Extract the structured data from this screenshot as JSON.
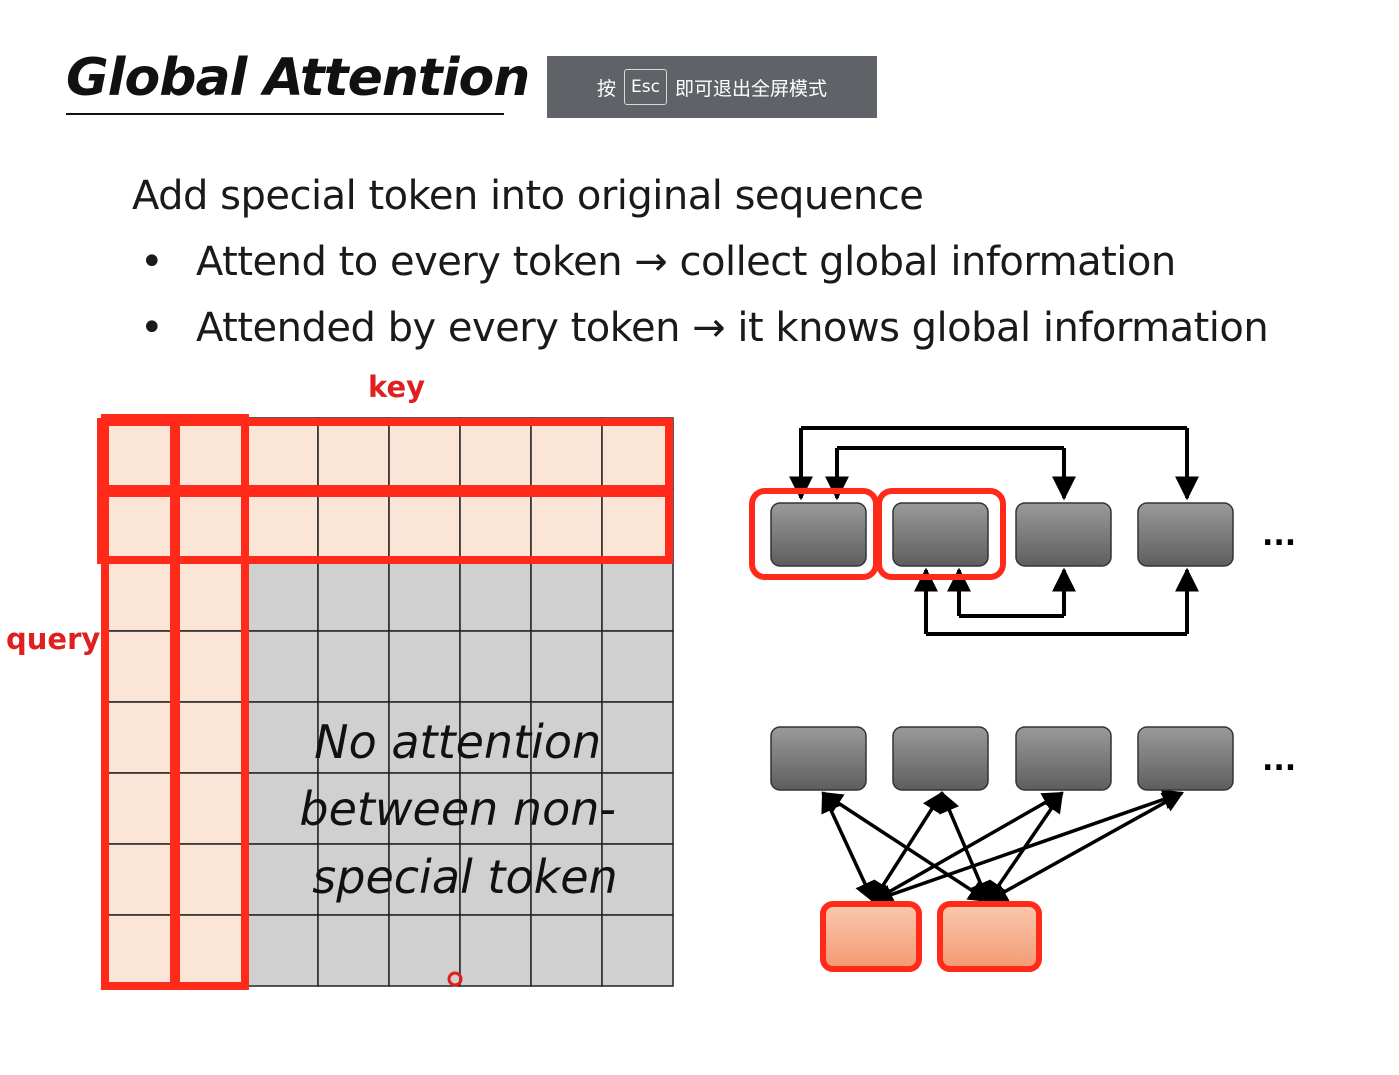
{
  "slide": {
    "title": "Global Attention",
    "heading": "Add special token into original sequence",
    "bullets": [
      {
        "marker": "•",
        "text": "Attend to every token → collect global information"
      },
      {
        "marker": "•",
        "text": "Attended by every token → it knows global information"
      }
    ]
  },
  "fullscreen_hint": {
    "prefix": "按",
    "key": "Esc",
    "suffix": "即可退出全屏模式"
  },
  "matrix": {
    "rows": 8,
    "cols": 8,
    "special_count": 2,
    "key_label": "key",
    "query_label": "query",
    "center_text_lines": [
      "No attention",
      "between non-",
      "special token"
    ],
    "colors": {
      "special": "#fbe5d6",
      "normal": "#d0d0d0",
      "highlight": "#ff2a1a"
    }
  },
  "diagram_top": {
    "ellipsis": "...",
    "node_color": "#7a7a7a",
    "highlight": "#ff2a1a"
  },
  "diagram_bottom": {
    "ellipsis": "...",
    "node_color": "#7a7a7a",
    "special_color": "#f7b394"
  }
}
